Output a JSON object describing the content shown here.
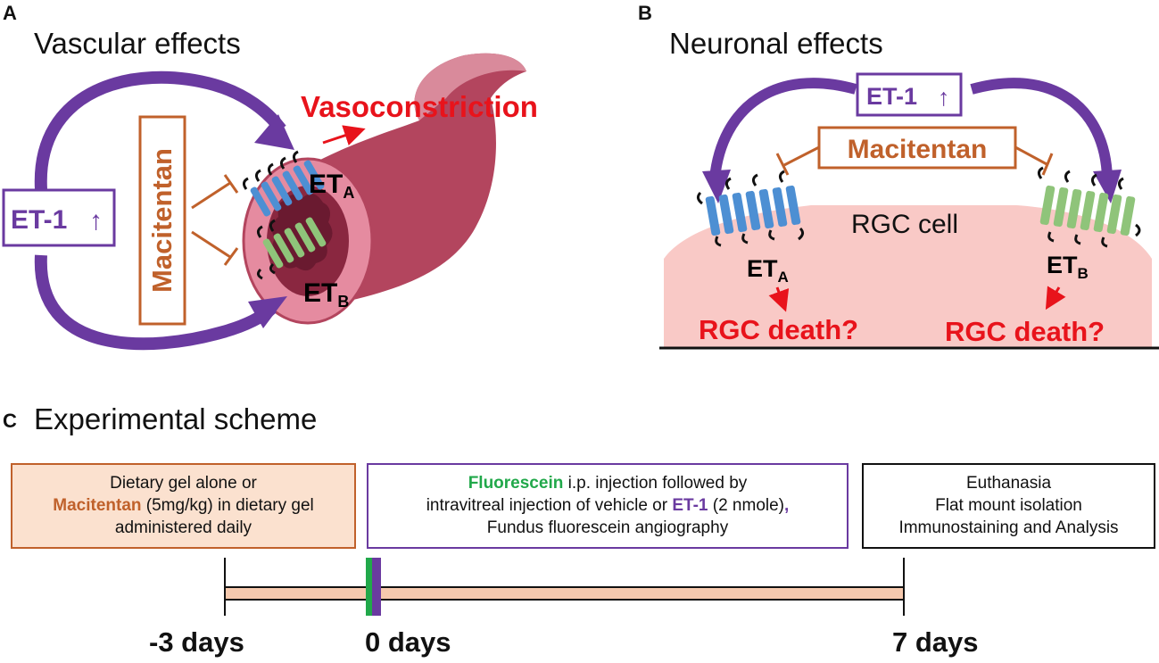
{
  "colors": {
    "purple": "#6a3aa0",
    "orange": "#c0612b",
    "red": "#e8131b",
    "green": "#21a84a",
    "receptor_a": "#4d8fd3",
    "receptor_b": "#8fc47a",
    "cell_fill": "#f9c9c6",
    "vessel": "#b3455e",
    "gel_fill": "#fbe1cf",
    "timeline_bar": "#f6c9ae"
  },
  "panel_a": {
    "letter": "A",
    "title": "Vascular effects",
    "et1_label": "ET-1",
    "up_arrow": "↑",
    "drug_label": "Macitentan",
    "effect_label": "Vasoconstriction",
    "receptor_a": {
      "main": "ET",
      "sub": "A"
    },
    "receptor_b": {
      "main": "ET",
      "sub": "B"
    }
  },
  "panel_b": {
    "letter": "B",
    "title": "Neuronal effects",
    "et1_label": "ET-1",
    "up_arrow": "↑",
    "drug_label": "Macitentan",
    "cell_label": "RGC cell",
    "receptor_a": {
      "main": "ET",
      "sub": "A"
    },
    "receptor_b": {
      "main": "ET",
      "sub": "B"
    },
    "outcome_left": "RGC death?",
    "outcome_right": "RGC death?"
  },
  "panel_c": {
    "letter": "C",
    "title": "Experimental scheme",
    "box1": {
      "line1": "Dietary gel alone or",
      "drug": "Macitentan",
      "line2_rest": " (5mg/kg) in dietary gel",
      "line3": "administered daily"
    },
    "box2": {
      "dye": "Fluorescein",
      "line1_rest": " i.p. injection followed by",
      "line2_start": "intravitreal injection of vehicle or ",
      "et1": "ET-1",
      "line2_end": " (2 nmole)",
      "comma": ",",
      "line3": "Fundus fluorescein angiography"
    },
    "box3": {
      "line1": "Euthanasia",
      "line2": "Flat mount isolation",
      "line3": "Immunostaining and Analysis"
    },
    "days": [
      "-3 days",
      "0 days",
      "7 days"
    ]
  }
}
